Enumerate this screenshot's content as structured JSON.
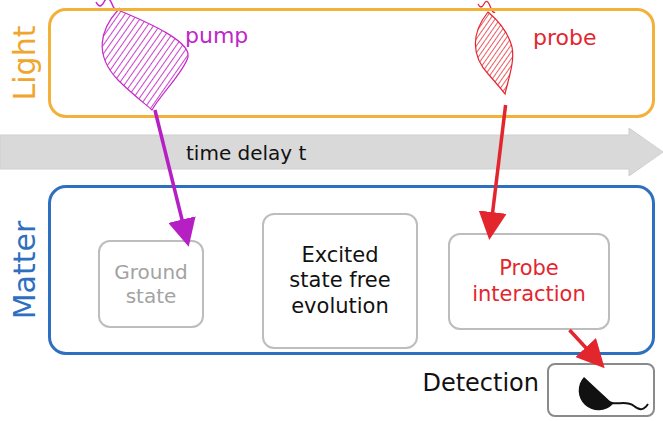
{
  "diagram": {
    "nodes": [
      {
        "text": [
          "Light"
        ]
      },
      {
        "text": [
          "pump"
        ],
        "in": 0
      },
      {
        "text": [
          "probe"
        ],
        "in": 0
      },
      {
        "text": [
          "time delay t"
        ]
      },
      {
        "text": [
          "Matter"
        ]
      },
      {
        "text": [
          "Ground state"
        ],
        "in": 4
      },
      {
        "text": [
          "Excited state free evolution"
        ],
        "in": 4
      },
      {
        "text": [
          "Probe interaction"
        ],
        "in": 4
      },
      {
        "text": [
          "Detection"
        ]
      }
    ],
    "edges": [
      {
        "from": 1,
        "to": 5,
        "arrow": "to"
      },
      {
        "from": 2,
        "to": 7,
        "arrow": "to"
      },
      {
        "from": 7,
        "to": 8,
        "arrow": "to"
      }
    ]
  }
}
